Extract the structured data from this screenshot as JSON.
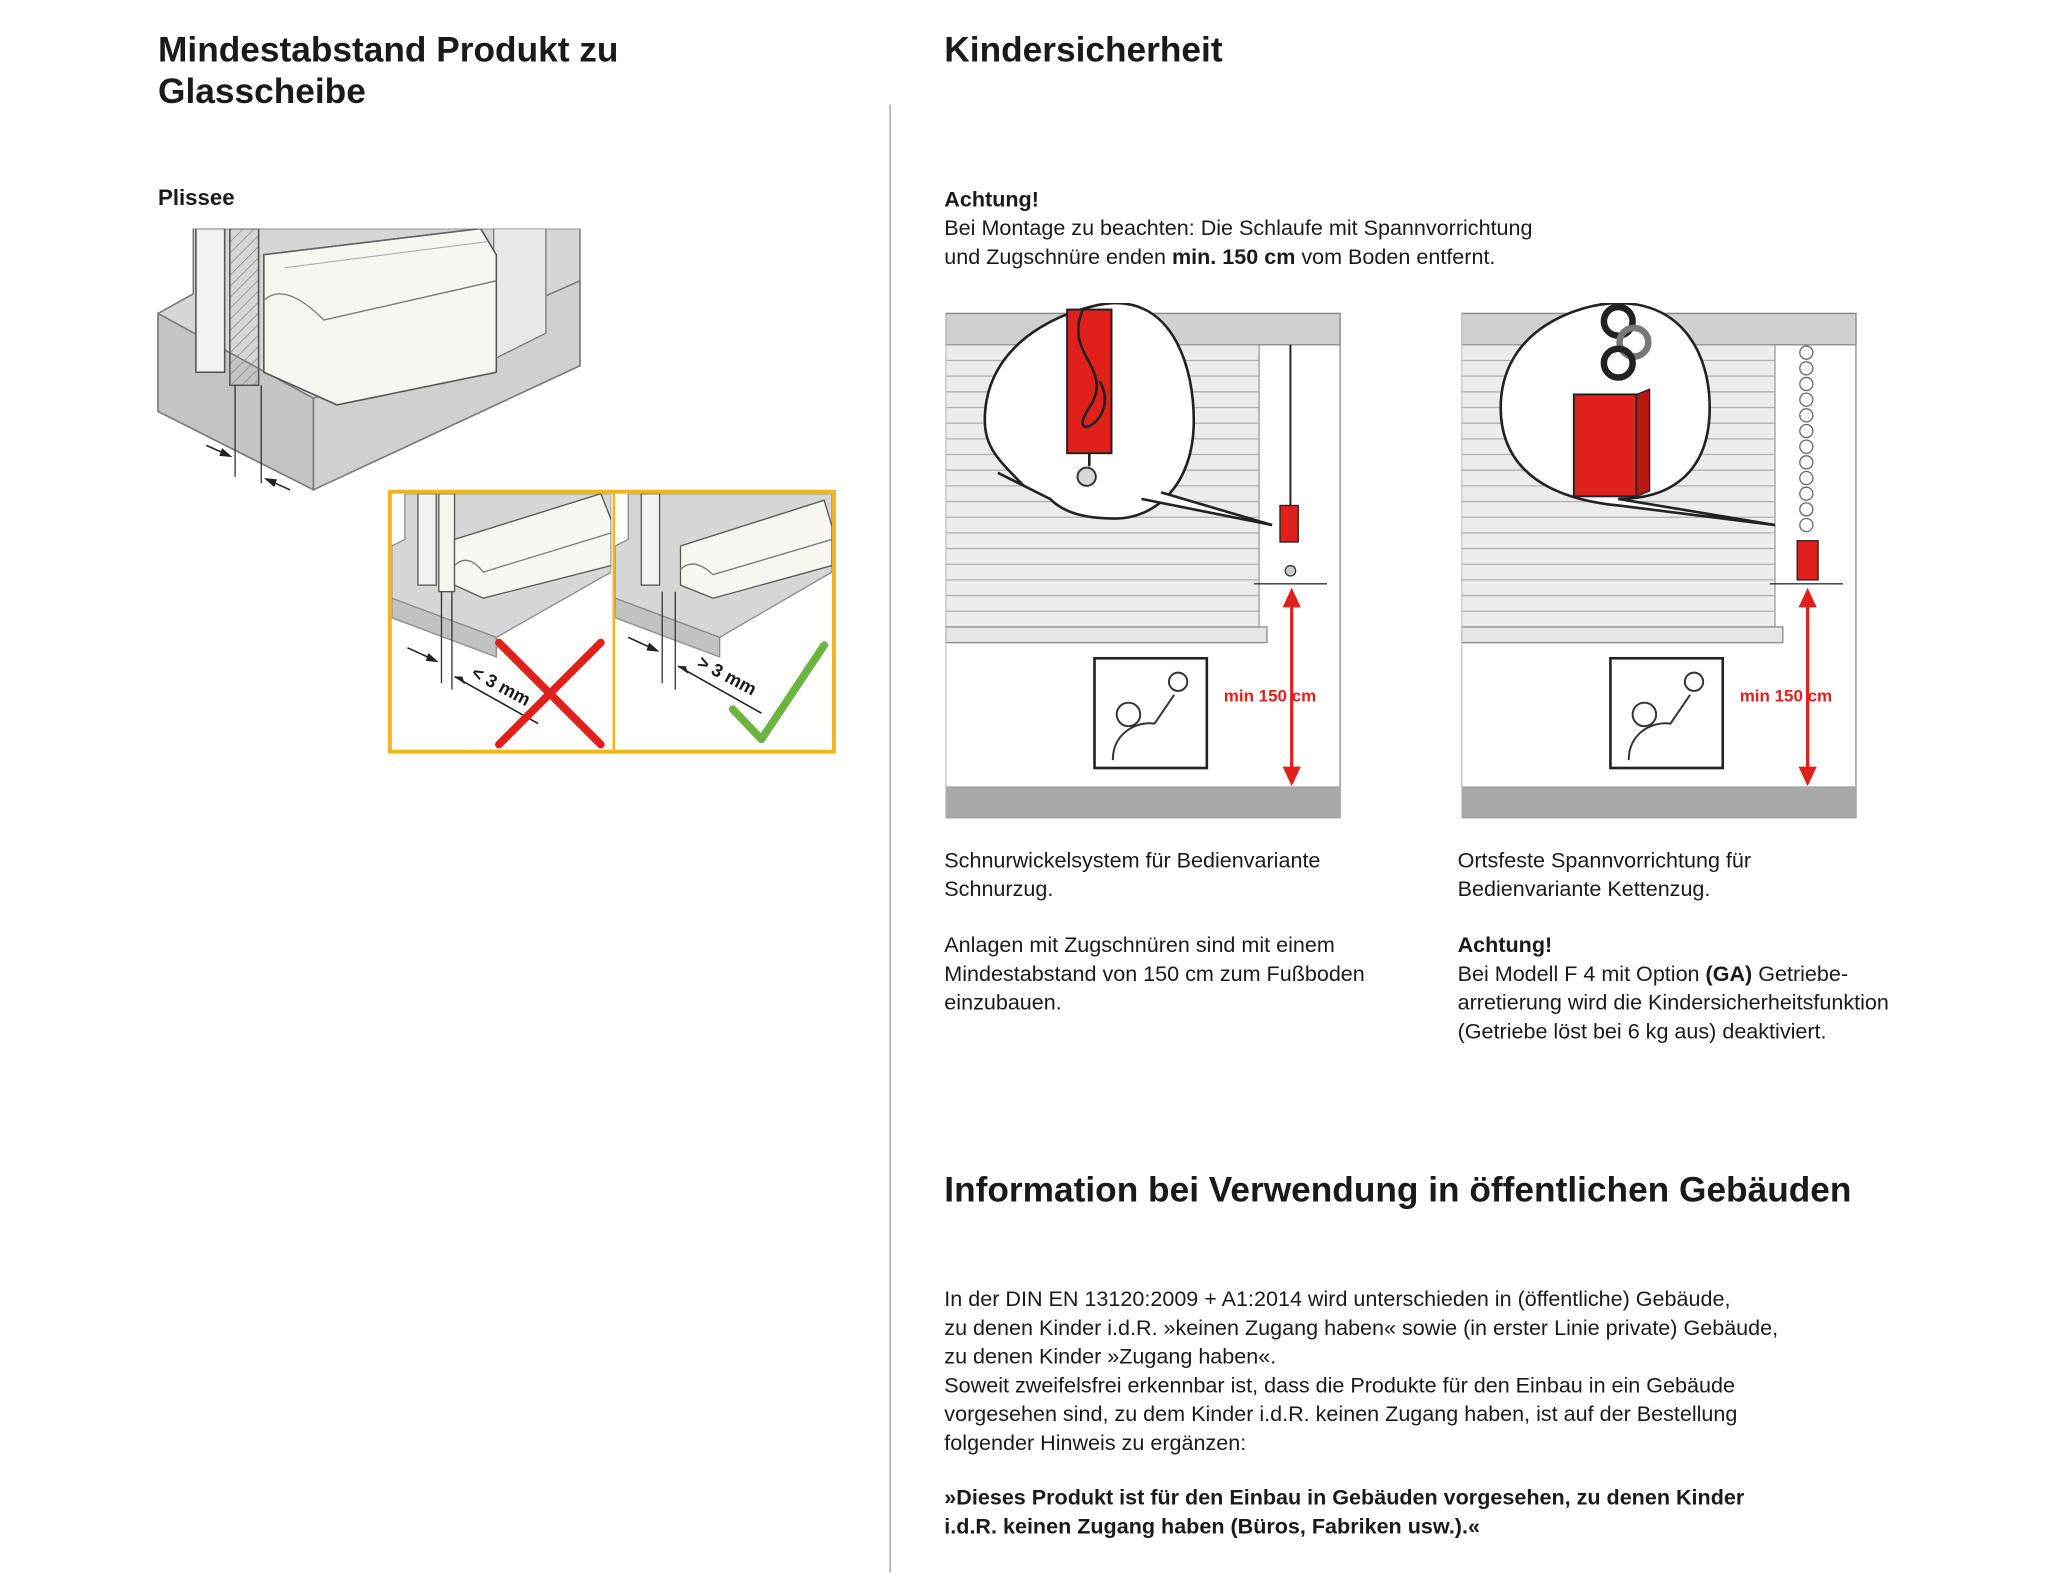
{
  "left": {
    "title_line1": "Mindestabstand Produkt zu",
    "title_line2": "Glasscheibe",
    "product_label": "Plissee",
    "dim_wrong": "< 3 mm",
    "dim_right": "> 3 mm"
  },
  "right": {
    "title": "Kindersicherheit",
    "warning_heading": "Achtung!",
    "warning_line1": "Bei Montage zu beachten: Die Schlaufe mit Spannvorrichtung",
    "warning_line2_pre": "und Zugschnüre enden ",
    "warning_line2_bold": "min. 150 cm",
    "warning_line2_post": " vom Boden entfernt.",
    "fig1_label": "min 150 cm",
    "fig2_label": "min 150 cm",
    "col1": {
      "caption_line1": "Schnurwickelsystem für Bedienvariante",
      "caption_line2": "Schnurzug.",
      "note_line1": "Anlagen mit Zugschnüren sind mit einem",
      "note_line2": "Mindestabstand von 150 cm zum Fußboden",
      "note_line3": "einzubauen."
    },
    "col2": {
      "caption_line1": "Ortsfeste Spannvorrichtung für",
      "caption_line2": "Bedienvariante Kettenzug.",
      "warning_heading": "Achtung!",
      "warning_line1_pre": "Bei Modell F 4 mit Option ",
      "warning_line1_bold": "(GA)",
      "warning_line1_post": " Getriebe-",
      "warning_line2": "arretierung wird die Kindersicherheitsfunktion",
      "warning_line3": "(Getriebe löst bei 6 kg aus) deaktiviert."
    }
  },
  "public": {
    "title": "Information bei Verwendung in öffentlichen Gebäuden",
    "lines": [
      "In der DIN EN 13120:2009 + A1:2014 wird unterschieden in (öffentliche) Gebäude,",
      "zu denen Kinder i.d.R. »keinen Zugang haben« sowie (in erster Linie private) Gebäude,",
      "zu denen Kinder »Zugang haben«.",
      "Soweit zweifelsfrei erkennbar ist, dass die Produkte für den Einbau in ein Gebäude",
      "vorgesehen sind, zu dem Kinder i.d.R. keinen Zugang haben, ist auf der Bestellung",
      "folgender Hinweis zu ergänzen:"
    ],
    "quote_line1": "»Dieses Produkt ist für den Einbau in Gebäuden vorgesehen, zu denen Kinder",
    "quote_line2": "i.d.R. keinen Zugang haben (Büros, Fabriken usw.).«"
  },
  "colors": {
    "red": "#e0201b",
    "green": "#6cb33f",
    "yellow_frame": "#f2b41c",
    "gray_wall": "#d4d4d4"
  }
}
